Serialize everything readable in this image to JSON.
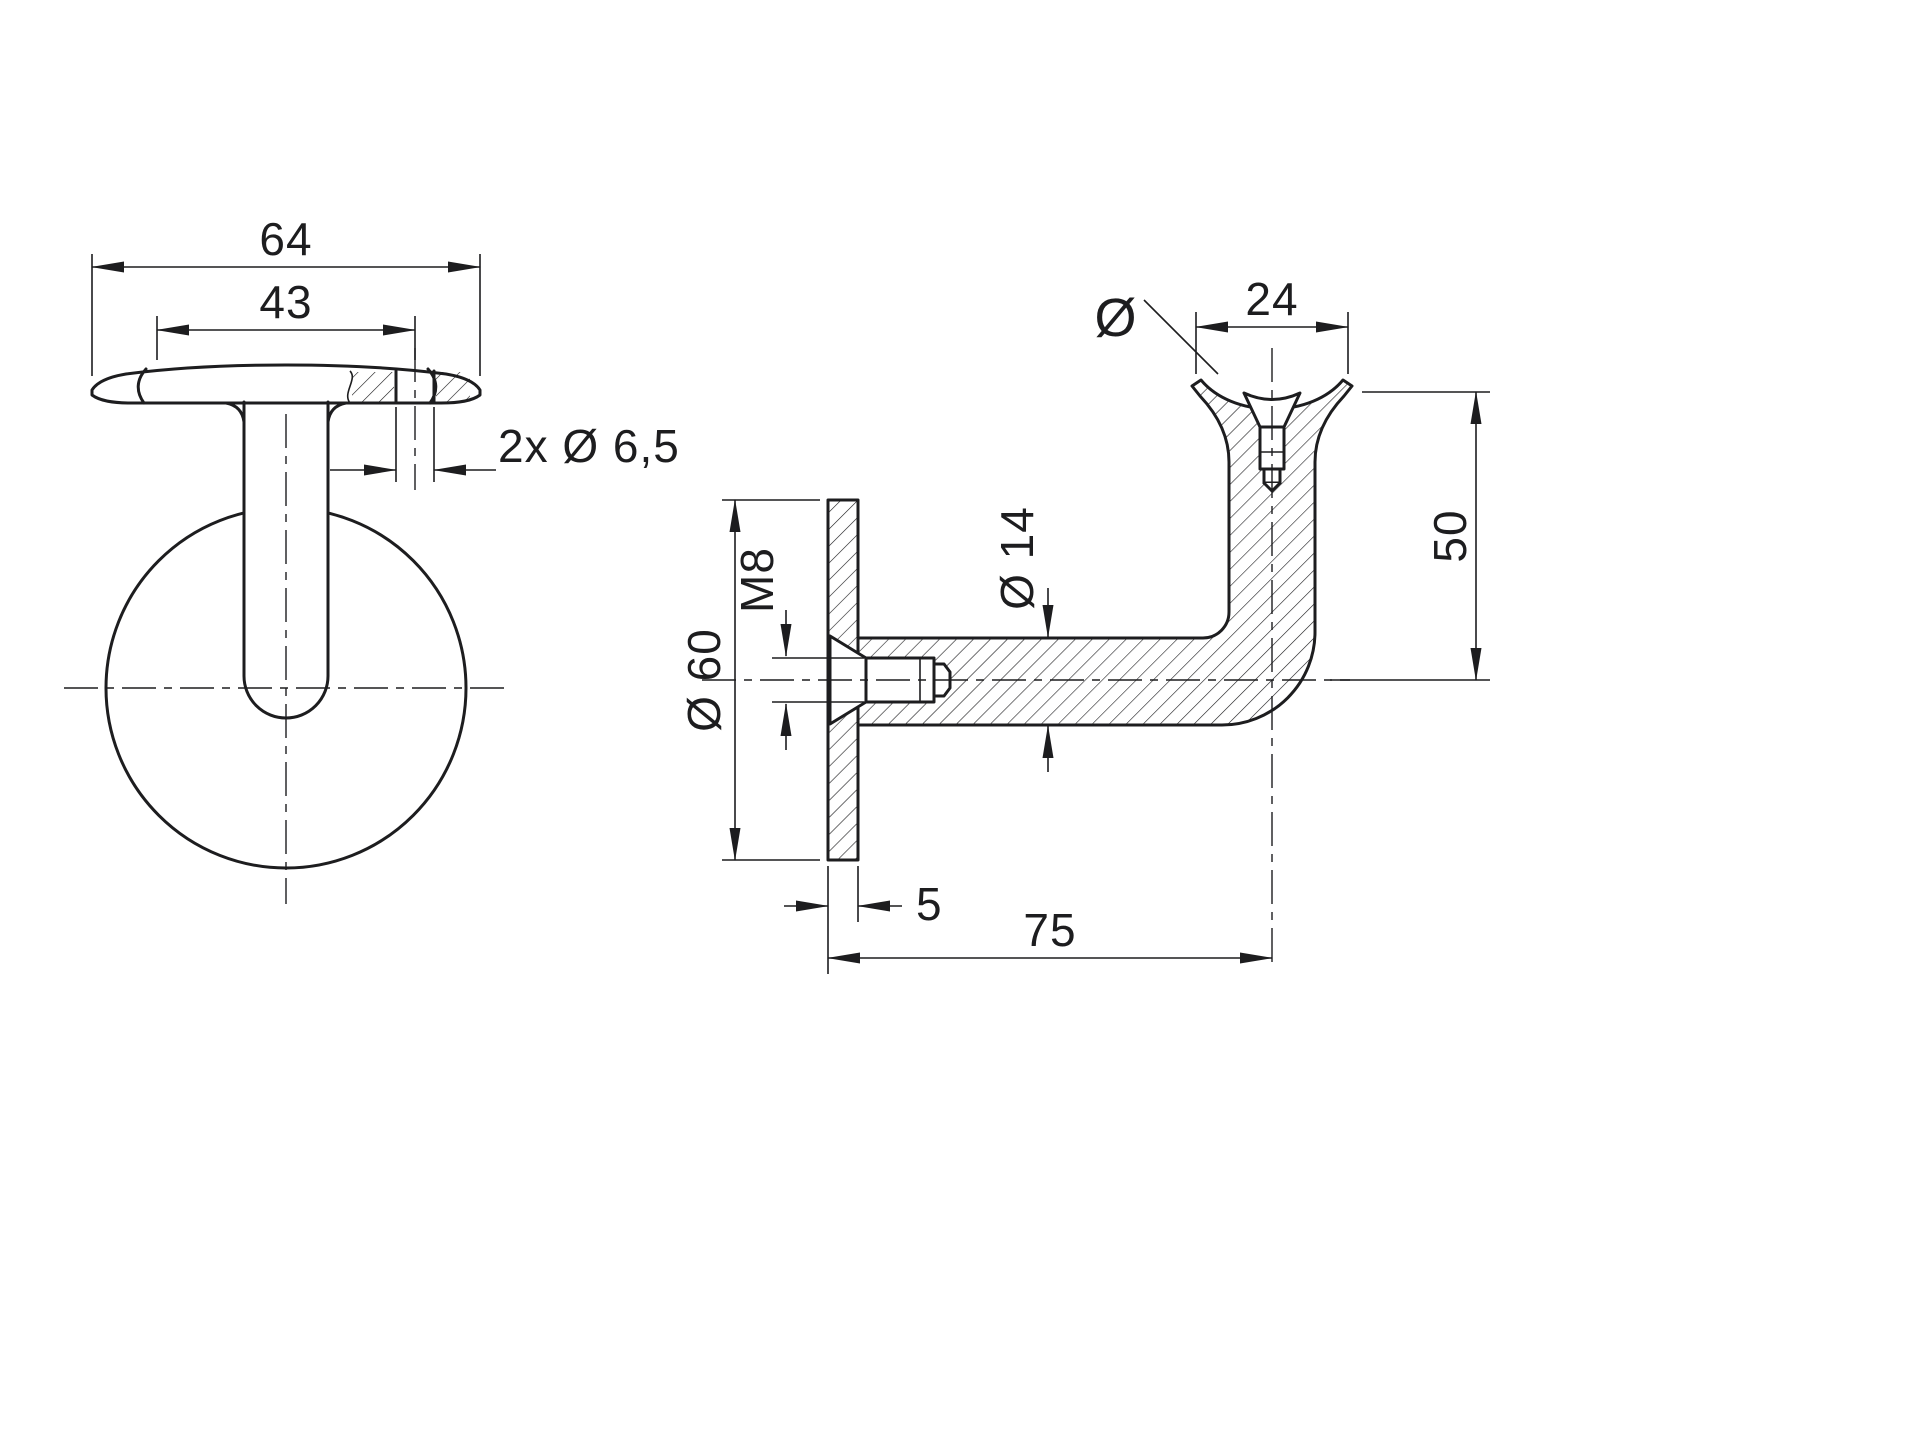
{
  "colors": {
    "background": "#ffffff",
    "ink": "#1d1d1f"
  },
  "front_view": {
    "dims": {
      "outer_width": "64",
      "hole_spacing": "43",
      "hole_callout": "2x Ø 6,5"
    }
  },
  "side_view": {
    "dims": {
      "saddle_width": "24",
      "diameter_symbol": "Ø",
      "height": "50",
      "arm_diameter": "Ø 14",
      "screw_thread": "M8",
      "plate_diameter": "Ø 60",
      "plate_thickness": "5",
      "wall_projection": "75"
    }
  }
}
